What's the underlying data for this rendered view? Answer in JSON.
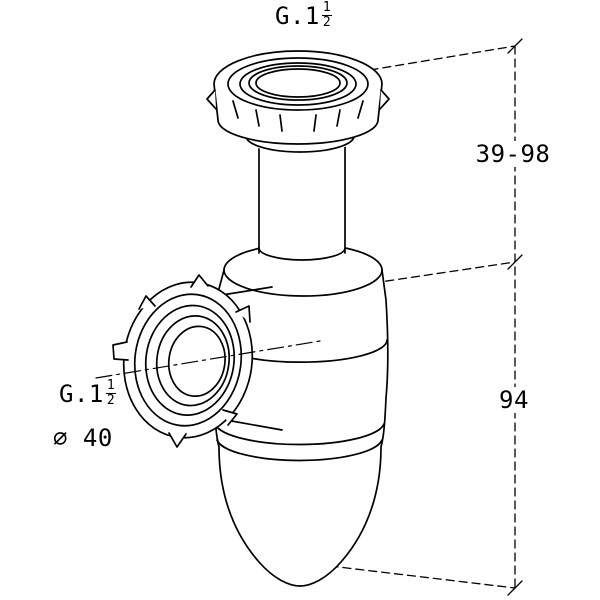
{
  "diagram": {
    "drawing_name": "bottle-trap-siphon-technical-drawing",
    "labels": {
      "top_thread": {
        "prefix": "G.1",
        "num": "1",
        "den": "2"
      },
      "side_thread": {
        "prefix": "G.1",
        "num": "1",
        "den": "2"
      },
      "side_diameter": "∅ 40",
      "dim_upper": "39-98",
      "dim_lower": "94"
    },
    "colors": {
      "line": "#000000",
      "background": "#ffffff"
    }
  }
}
